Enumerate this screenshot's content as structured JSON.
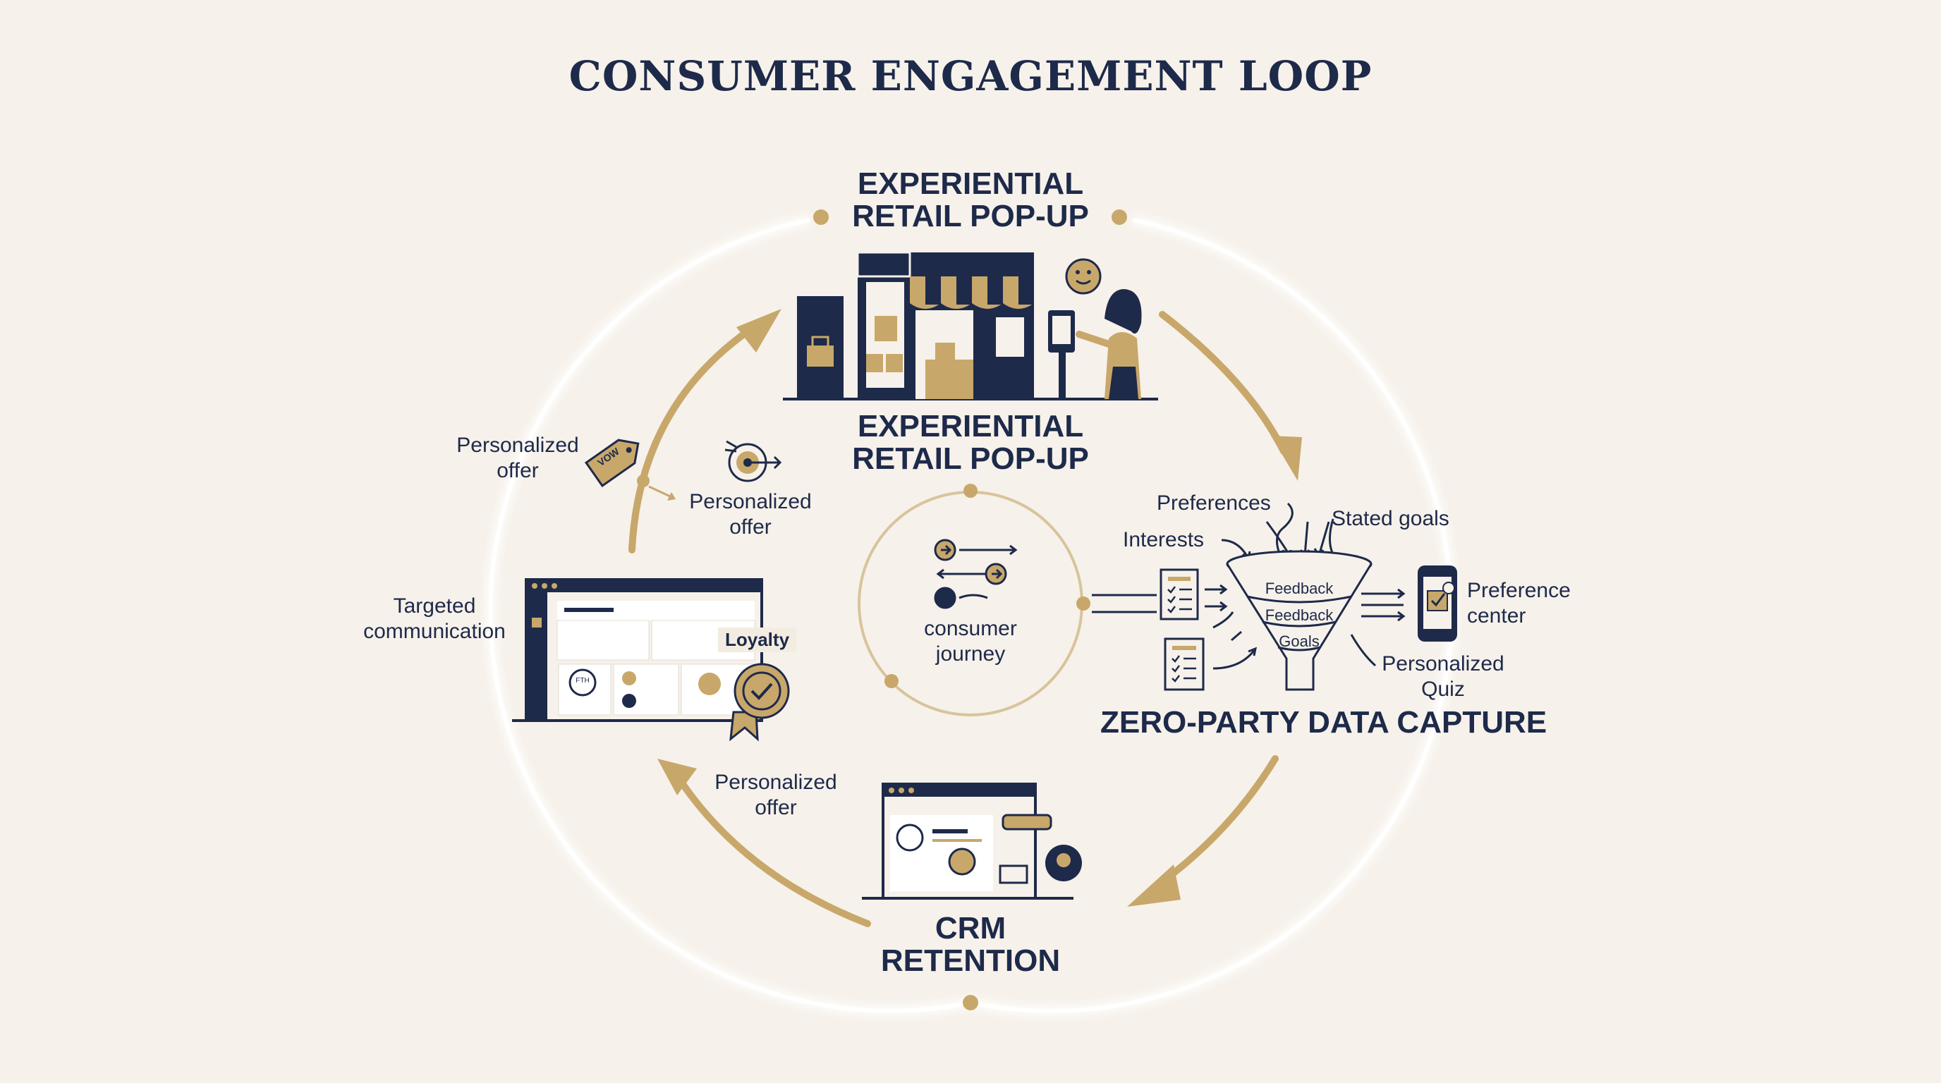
{
  "title": "CONSUMER ENGAGEMENT LOOP",
  "colors": {
    "navy": "#1e2a4a",
    "gold": "#c8a76a",
    "background": "#f6f1ea"
  },
  "stages": {
    "popup_top": {
      "line1": "EXPERIENTIAL",
      "line2": "RETAIL POP-UP"
    },
    "popup_inner": {
      "line1": "EXPERIENTIAL",
      "line2": "RETAIL POP-UP"
    },
    "zero_party": {
      "title": "ZERO-PARTY DATA CAPTURE"
    },
    "crm": {
      "line1": "CRM",
      "line2": "RETENTION"
    }
  },
  "center": {
    "line1": "consumer",
    "line2": "journey"
  },
  "labels": {
    "offer_tag": {
      "line1": "Personalized",
      "line2": "offer"
    },
    "offer_target": {
      "line1": "Personalized",
      "line2": "offer"
    },
    "offer_bottom": {
      "line1": "Personalized",
      "line2": "offer"
    },
    "targeted": {
      "line1": "Targeted",
      "line2": "communication"
    },
    "loyalty": "Loyalty",
    "tag_text": "VOW",
    "dashboard_avatar": "FTH"
  },
  "zero_party_inputs": {
    "preferences": "Preferences",
    "stated_goals": "Stated goals",
    "interests": "Interests",
    "preference_center": {
      "line1": "Preference",
      "line2": "center"
    },
    "quiz": {
      "line1": "Personalized",
      "line2": "Quiz"
    }
  },
  "funnel_layers": [
    "Feedback",
    "Feedback",
    "Goals"
  ]
}
